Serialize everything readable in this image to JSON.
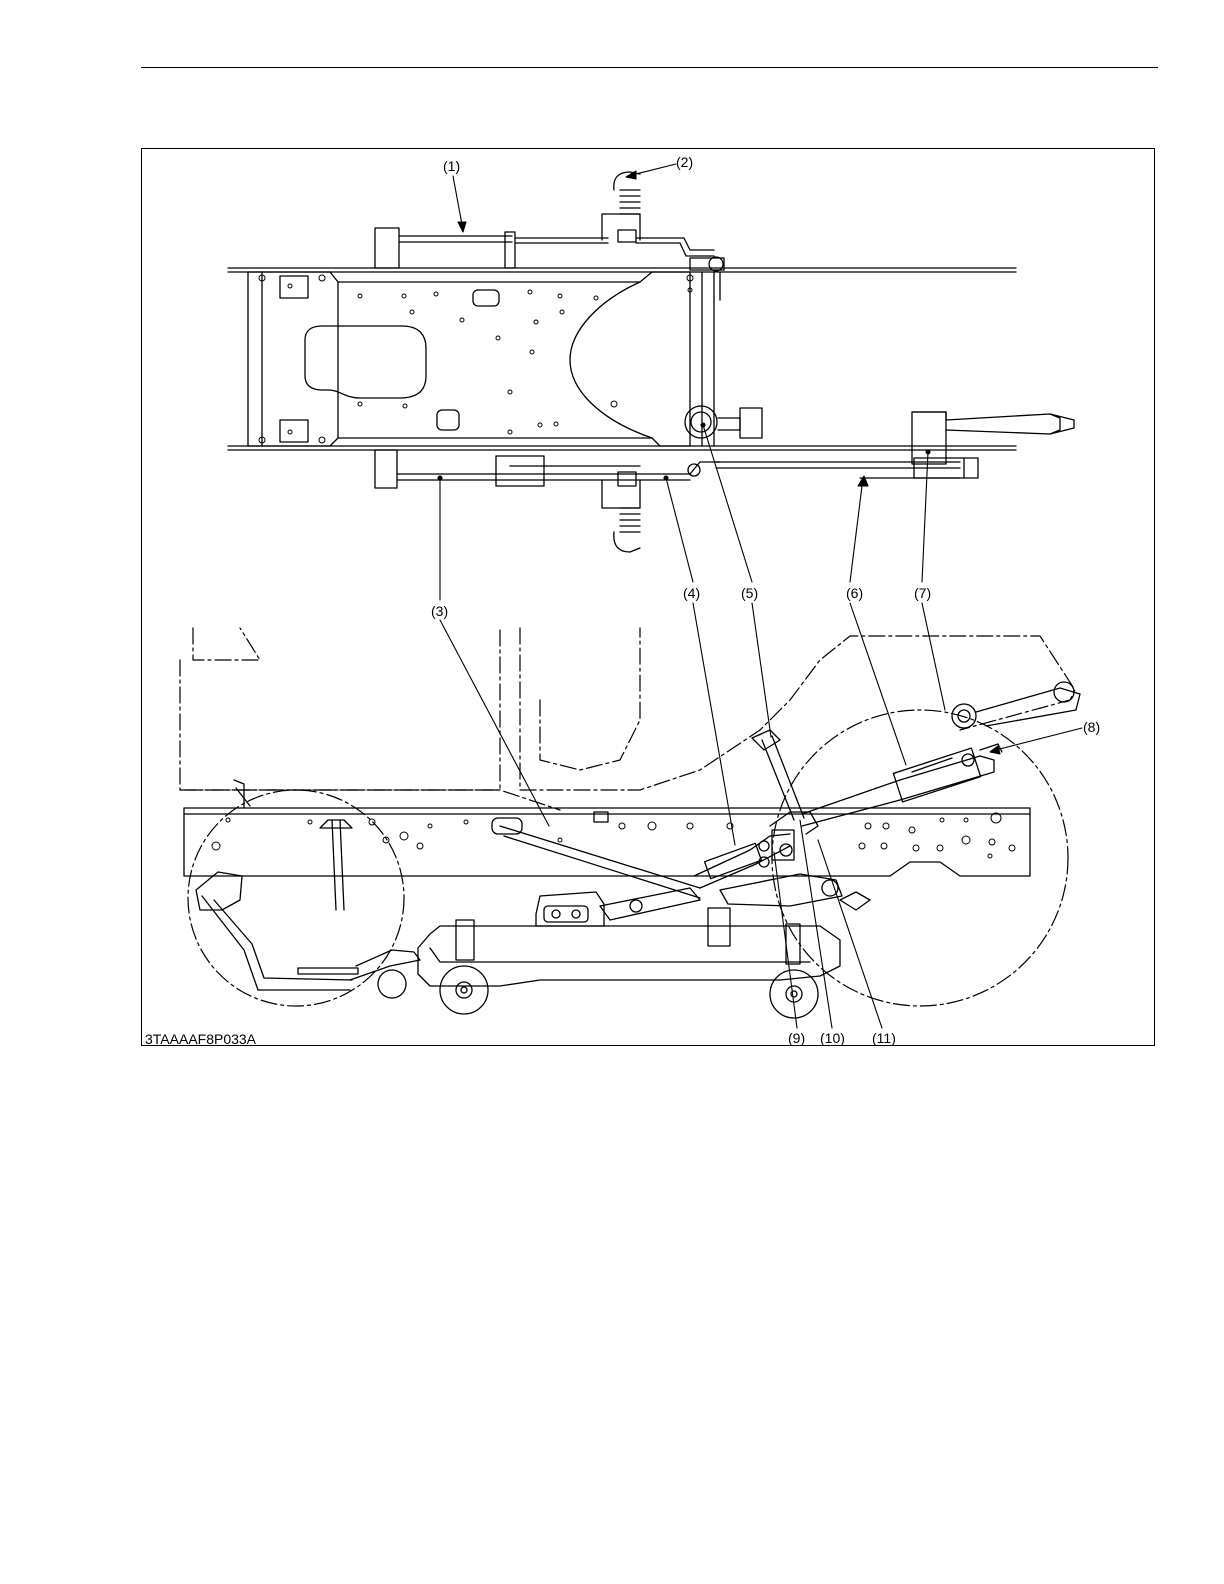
{
  "figure": {
    "code": "3TAAAAF8P033A",
    "callouts": {
      "c1": "(1)",
      "c2": "(2)",
      "c3": "(3)",
      "c4": "(4)",
      "c5": "(5)",
      "c6": "(6)",
      "c7": "(7)",
      "c8": "(8)",
      "c9": "(9)",
      "c10": "(10)",
      "c11": "(11)"
    }
  }
}
